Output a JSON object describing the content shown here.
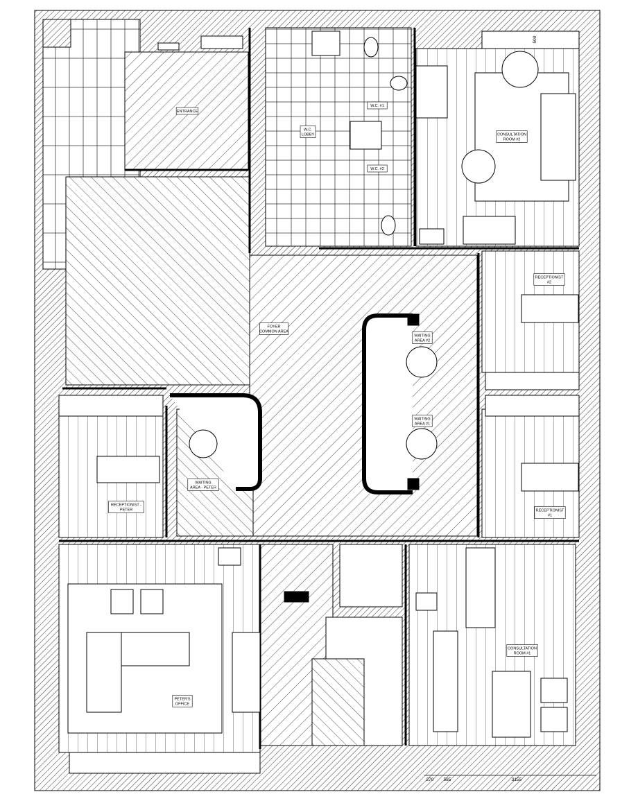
{
  "plan": {
    "rooms": [
      {
        "id": "entrance",
        "lines": [
          "ENTRANCE"
        ]
      },
      {
        "id": "wc1",
        "lines": [
          "W.C. #1"
        ]
      },
      {
        "id": "wc-lobby",
        "lines": [
          "W.C.",
          "LOBBY"
        ]
      },
      {
        "id": "wc2",
        "lines": [
          "W.C. #2"
        ]
      },
      {
        "id": "consultation2",
        "lines": [
          "CONSULTATION",
          "ROOM #2"
        ]
      },
      {
        "id": "receptionist2",
        "lines": [
          "RECEPTIONIST",
          "#2"
        ]
      },
      {
        "id": "foyer",
        "lines": [
          "FOYER",
          "COMMON AREA"
        ]
      },
      {
        "id": "waiting2",
        "lines": [
          "WAITING",
          "AREA #2"
        ]
      },
      {
        "id": "waiting1",
        "lines": [
          "WAITING",
          "AREA #1"
        ]
      },
      {
        "id": "waiting-peter",
        "lines": [
          "WAITING",
          "AREA - PETER"
        ]
      },
      {
        "id": "receptionist-peter",
        "lines": [
          "RECEPTIONIST -",
          "PETER"
        ]
      },
      {
        "id": "receptionist1",
        "lines": [
          "RECEPTIONIST",
          "#1"
        ]
      },
      {
        "id": "peters-office",
        "lines": [
          "PETER'S",
          "OFFICE"
        ]
      },
      {
        "id": "consultation1",
        "lines": [
          "CONSULTATION",
          "ROOM #1"
        ]
      }
    ],
    "dimensions": {
      "top_right": "500",
      "bottom": [
        "270",
        "585",
        "3155"
      ]
    }
  }
}
